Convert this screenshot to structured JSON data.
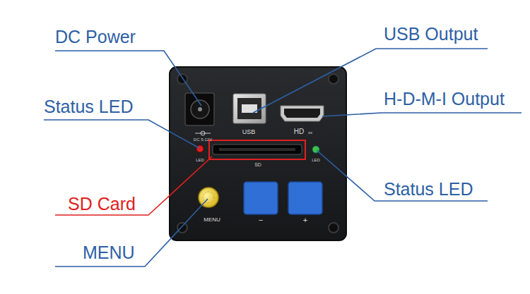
{
  "diagram": {
    "labels": [
      "DC Power",
      "USB Output",
      "Status LED",
      "H-D-M-I Output",
      "SD Card",
      "Status LED",
      "MENU",
      "DC 5-12V",
      "USB",
      "HD",
      "xx",
      "LED",
      "SD",
      "LED",
      "MENU",
      "−",
      "+"
    ]
  }
}
